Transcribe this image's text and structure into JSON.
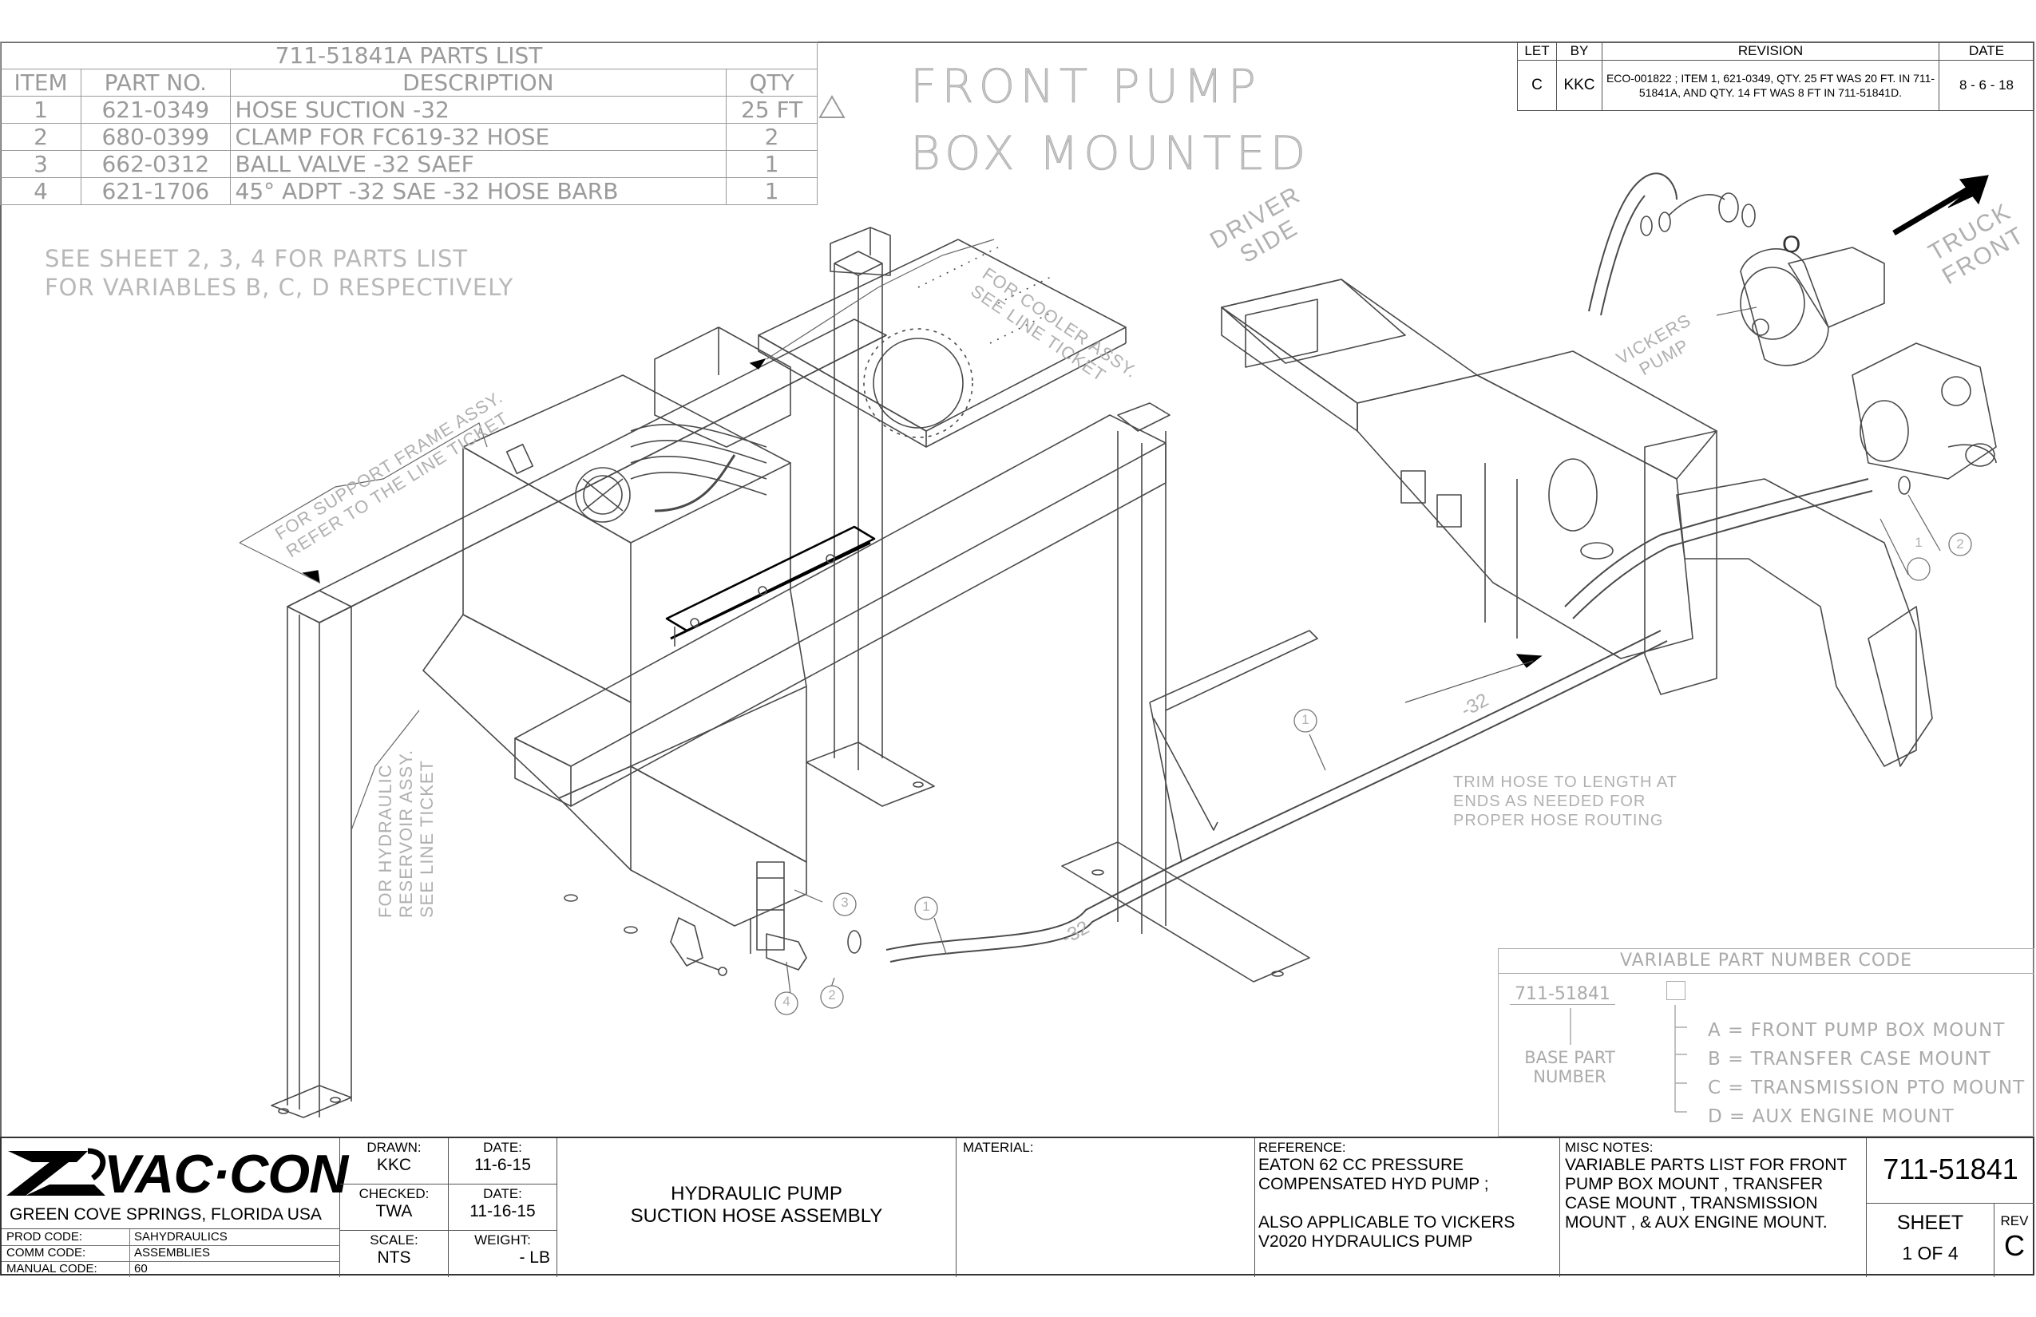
{
  "parts_list": {
    "title": "711-51841A PARTS LIST",
    "headers": [
      "ITEM",
      "PART NO.",
      "DESCRIPTION",
      "QTY"
    ],
    "rows": [
      {
        "item": "1",
        "part_no": "621-0349",
        "description": "HOSE SUCTION -32",
        "qty": "25 FT"
      },
      {
        "item": "2",
        "part_no": "680-0399",
        "description": "CLAMP FOR FC619-32 HOSE",
        "qty": "2"
      },
      {
        "item": "3",
        "part_no": "662-0312",
        "description": "BALL VALVE -32 SAEF",
        "qty": "1"
      },
      {
        "item": "4",
        "part_no": "621-1706",
        "description": "45° ADPT -32 SAE -32 HOSE BARB",
        "qty": "1"
      }
    ]
  },
  "headline": {
    "line1": "FRONT PUMP",
    "line2": "BOX MOUNTED"
  },
  "see_sheet_note": {
    "line1": "SEE SHEET 2, 3, 4 FOR PARTS LIST",
    "line2": "FOR VARIABLES B, C, D RESPECTIVELY"
  },
  "revision_block": {
    "headers": [
      "LET",
      "BY",
      "REVISION",
      "DATE"
    ],
    "row": {
      "let": "C",
      "by": "KKC",
      "revision": "ECO-001822 ; ITEM 1, 621-0349, QTY. 25 FT WAS 20 FT. IN 711-51841A, AND QTY. 14 FT WAS 8 FT IN 711-51841D.",
      "date": "8 - 6 - 18"
    }
  },
  "annotations": {
    "cooler": {
      "line1": "FOR COOLER ASSY.",
      "line2": "SEE LINE TICKET"
    },
    "support_frame": {
      "line1": "FOR SUPPORT FRAME ASSY.",
      "line2": "REFER TO THE LINE TICKET"
    },
    "reservoir": {
      "line1": "FOR HYDRAULIC",
      "line2": "RESERVOIR ASSY.",
      "line3": "SEE LINE TICKET"
    },
    "driver_side": {
      "line1": "DRIVER",
      "line2": "SIDE"
    },
    "vickers_pump": {
      "line1": "VICKERS",
      "line2": "PUMP"
    },
    "truck_front": {
      "line1": "TRUCK",
      "line2": "FRONT"
    },
    "trim_hose": {
      "line1": "TRIM HOSE TO LENGTH AT",
      "line2": "ENDS AS NEEDED FOR",
      "line3": "PROPER HOSE ROUTING"
    },
    "hose_size_a": "-32",
    "hose_size_b": "-32",
    "o_ring": "O",
    "balloons": [
      "1",
      "2",
      "1",
      "1",
      "3",
      "1",
      "2",
      "4"
    ]
  },
  "variable_code": {
    "title": "VARIABLE PART NUMBER CODE",
    "base": "711-51841",
    "base_label": {
      "line1": "BASE PART",
      "line2": "NUMBER"
    },
    "options": [
      "A = FRONT PUMP BOX MOUNT",
      "B = TRANSFER CASE MOUNT",
      "C = TRANSMISSION PTO MOUNT",
      "D = AUX ENGINE MOUNT"
    ]
  },
  "title_block": {
    "company": "VAC·CON",
    "location": "GREEN COVE SPRINGS, FLORIDA USA",
    "prod_code_label": "PROD CODE:",
    "prod_code": "SAHYDRAULICS",
    "comm_code_label": "COMM CODE:",
    "comm_code": "ASSEMBLIES",
    "manual_code_label": "MANUAL CODE:",
    "manual_code": "60",
    "drawn_label": "DRAWN:",
    "drawn": "KKC",
    "date_label": "DATE:",
    "drawn_date": "11-6-15",
    "checked_label": "CHECKED:",
    "checked": "TWA",
    "checked_date": "11-16-15",
    "scale_label": "SCALE:",
    "scale": "NTS",
    "weight_label": "WEIGHT:",
    "weight": "- LB",
    "title_line1": "HYDRAULIC PUMP",
    "title_line2": "SUCTION HOSE ASSEMBLY",
    "material_label": "MATERIAL:",
    "reference_label": "REFERENCE:",
    "reference_line1": "EATON 62 CC PRESSURE",
    "reference_line2": "COMPENSATED HYD PUMP ;",
    "reference_line3": "ALSO APPLICABLE TO VICKERS",
    "reference_line4": "V2020 HYDRAULICS PUMP",
    "misc_label": "MISC NOTES:",
    "misc_line1": "VARIABLE PARTS LIST FOR FRONT",
    "misc_line2": "PUMP BOX MOUNT , TRANSFER",
    "misc_line3": "CASE MOUNT , TRANSMISSION",
    "misc_line4": "MOUNT , & AUX ENGINE MOUNT.",
    "drawing_number": "711-51841",
    "sheet_label": "SHEET",
    "sheet": "1 OF 4",
    "rev_label": "REV",
    "rev": "C"
  }
}
